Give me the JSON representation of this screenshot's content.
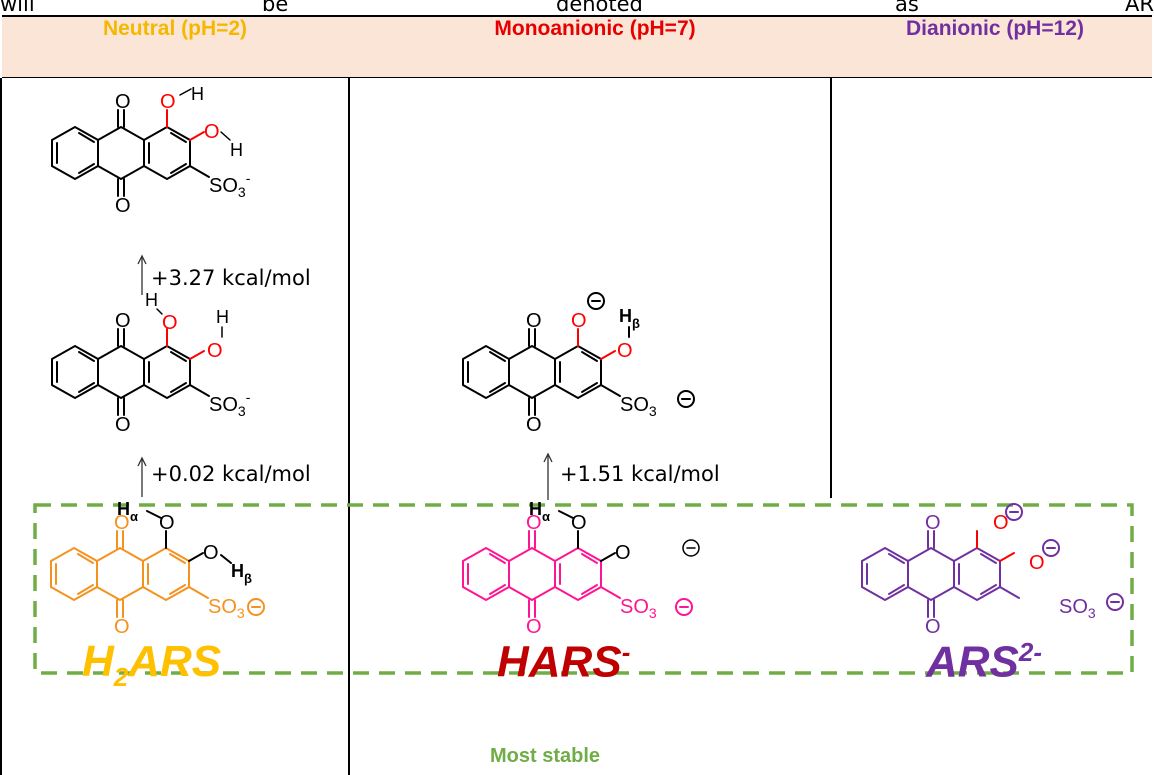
{
  "top_text": [
    "will",
    "be",
    "denoted",
    "as",
    "AR"
  ],
  "columns": {
    "neutral": {
      "title": "Neutral (pH=2)",
      "color": "#f5b800"
    },
    "mono": {
      "title": "Monoanionic (pH=7)",
      "color": "#e60000"
    },
    "di": {
      "title": "Dianionic (pH=12)",
      "color": "#7030a0"
    }
  },
  "energies": {
    "e1": "+3.27 kcal/mol",
    "e2": "+0.02 kcal/mol",
    "e3": "+1.51 kcal/mol"
  },
  "formulas": {
    "h2ars": {
      "pre": "H",
      "sub": "2",
      "post": "ARS",
      "color": "#ffc000"
    },
    "hars": {
      "pre": "HARS",
      "sup": "-",
      "color": "#c00000"
    },
    "ars": {
      "pre": "ARS",
      "sup": "2-",
      "color": "#7030a0"
    }
  },
  "most_stable": "Most stable",
  "atoms": {
    "O": "O",
    "H": "H",
    "SO3": "SO",
    "three": "3",
    "minus": "-",
    "alpha": "α",
    "beta": "β"
  },
  "colors": {
    "black": "#000000",
    "red": "#ff0000",
    "orange": "#f5921e",
    "pink": "#ff1493",
    "purple": "#7030a0",
    "green": "#70ad47"
  }
}
